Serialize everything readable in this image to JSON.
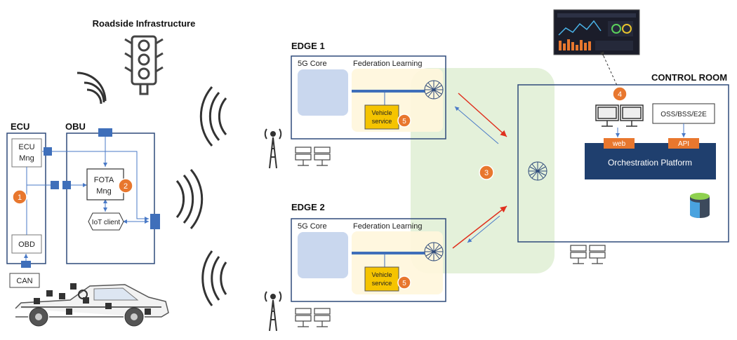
{
  "labels": {
    "roadside": "Roadside Infrastructure",
    "ecu": "ECU",
    "obu": "OBU",
    "ecu_mng_line1": "ECU",
    "ecu_mng_line2": "Mng",
    "fota_line1": "FOTA",
    "fota_line2": "Mng",
    "iot_client": "IoT client",
    "obd": "OBD",
    "can": "CAN",
    "edge1": "EDGE 1",
    "edge2": "EDGE 2",
    "core_5g": "5G Core",
    "federation_learning": "Federation Learning",
    "vehicle_service_line1": "Vehicle",
    "vehicle_service_line2": "service",
    "control_room": "CONTROL ROOM",
    "oss_bss": "OSS/BSS/E2E",
    "web": "web",
    "api": "API",
    "orchestration_platform": "Orchestration Platform"
  },
  "badges": [
    "1",
    "2",
    "3",
    "4",
    "5"
  ],
  "colors": {
    "badge_orange": "#e8772e",
    "box_blue": "#2e4a7a",
    "link_blue": "#4a7ac7",
    "connector": "#3f6fba",
    "federation_fill": "#fff6dc",
    "edge_zone_green": "#dfeed3",
    "core_fill": "#c9d7ee",
    "orchestration_fill": "#1f3f6e",
    "vehicle_service_fill": "#f5c400",
    "arrow_red": "#e0301e"
  }
}
